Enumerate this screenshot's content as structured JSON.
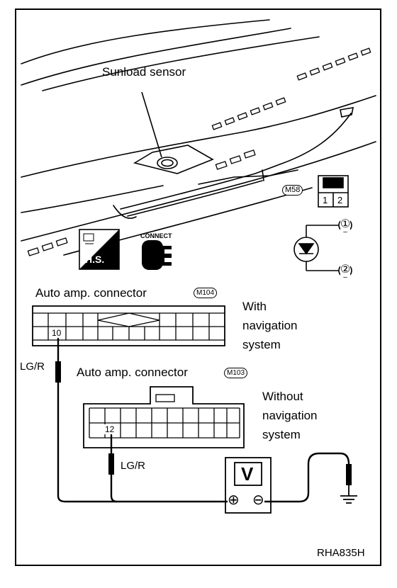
{
  "labels": {
    "sunload_sensor": "Sunload sensor",
    "connector_m58": "M58",
    "pin_1": "1",
    "pin_2": "2",
    "circle_1": "①",
    "circle_2": "②",
    "hs_badge": "H.S.",
    "connect_label": "CONNECT",
    "auto_amp_connector_top": "Auto amp. connector",
    "connector_m104": "M104",
    "with_line1": "With",
    "with_line2": "navigation",
    "with_line3": "system",
    "pin_10": "10",
    "wire_color_1": "LG/R",
    "auto_amp_connector_bottom": "Auto amp. connector",
    "connector_m103": "M103",
    "without_line1": "Without",
    "without_line2": "navigation",
    "without_line3": "system",
    "pin_12": "12",
    "wire_color_2": "LG/R",
    "meter_letter": "V",
    "plus_symbol": "⊕",
    "minus_symbol": "⊖",
    "figure_code": "RHA835H"
  },
  "icons": {
    "sensor": "sunload-sensor-icon",
    "photodiode": "photodiode-symbol-icon",
    "hs": "hs-harness-icon",
    "connect": "connector-icon",
    "ground": "ground-icon",
    "voltmeter": "voltmeter-icon"
  }
}
